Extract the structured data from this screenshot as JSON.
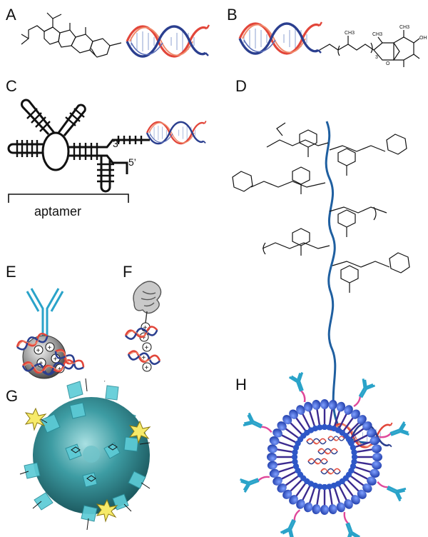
{
  "panels": {
    "a": {
      "label": "A",
      "note": "cholesterol–siRNA conjugate"
    },
    "b": {
      "label": "B",
      "subscript": "3",
      "atoms": [
        "CH3",
        "CH3",
        "CH3",
        "O",
        "OH"
      ],
      "note": "tocopherol–siRNA conjugate"
    },
    "c": {
      "label": "C",
      "strand_3": "3’",
      "strand_5": "5’",
      "bracket_label": "aptamer"
    },
    "d": {
      "label": "D",
      "note": "polymer with targeting ligands conjugated to siRNA"
    },
    "e": {
      "label": "E",
      "charge": "+",
      "note": "antibody-nanoparticle"
    },
    "f": {
      "label": "F",
      "charge": "+",
      "note": "protein with cationic peptide"
    },
    "g": {
      "label": "G",
      "note": "cyclodextrin nanoparticle"
    },
    "h": {
      "label": "H",
      "note": "lipid nanoparticle with antibodies"
    }
  },
  "colors": {
    "strand_blue": "#2b3f8f",
    "strand_red": "#e2463a",
    "strand_salmon": "#f08a6b",
    "polymer_blue": "#1f5fa0",
    "antibody_cyan": "#2aa3c9",
    "lipid_blue": "#2e57c7",
    "peg_magenta": "#e0489a",
    "teal_sphere": "#3d9ca3",
    "star_yellow": "#f6ea6a"
  }
}
